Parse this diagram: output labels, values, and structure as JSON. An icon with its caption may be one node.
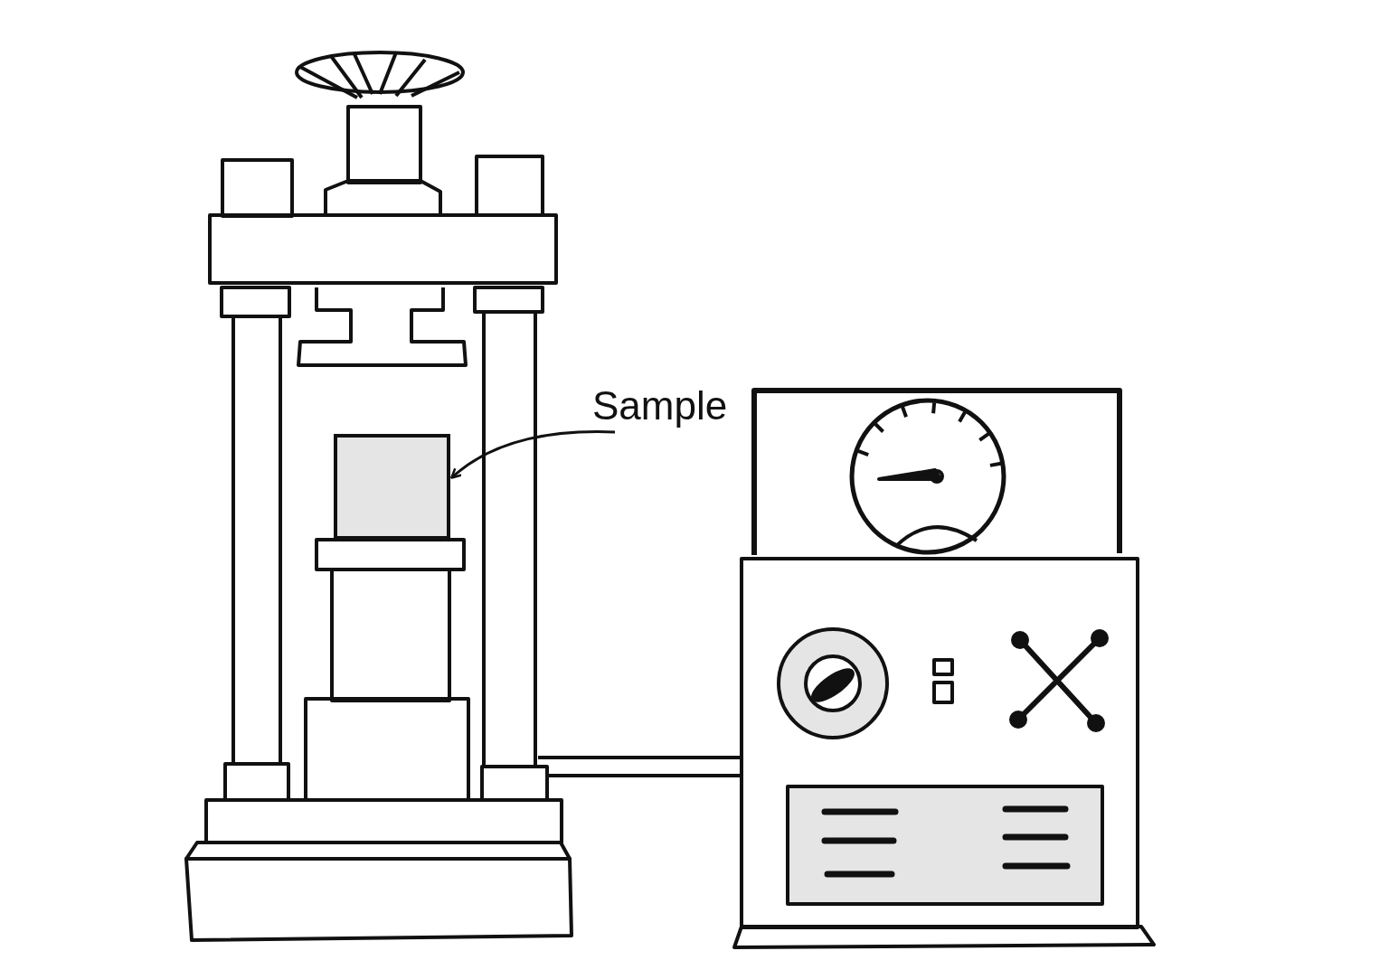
{
  "diagram": {
    "nodes": [
      {
        "text": [
          "Sample"
        ]
      },
      {
        "text": [],
        "shape": "box"
      }
    ],
    "edges": [
      {
        "from": 0,
        "to": 1,
        "arrow": "to"
      }
    ]
  }
}
